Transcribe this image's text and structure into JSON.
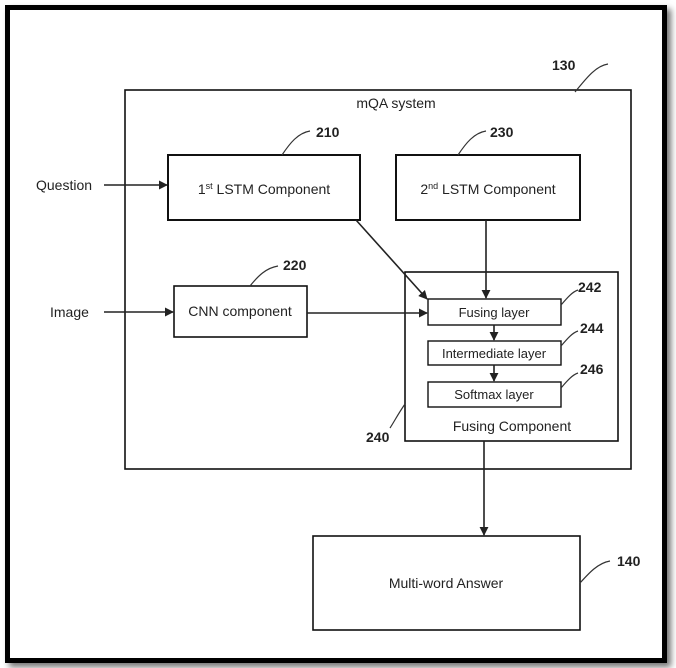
{
  "system": {
    "title": "mQA system",
    "ref": "130"
  },
  "inputs": {
    "question": "Question",
    "image": "Image"
  },
  "lstm1": {
    "label_prefix": "1",
    "label_sup": "st",
    "label_suffix": " LSTM Component",
    "ref": "210"
  },
  "lstm2": {
    "label_prefix": "2",
    "label_sup": "nd",
    "label_suffix": " LSTM Component",
    "ref": "230"
  },
  "cnn": {
    "label": "CNN component",
    "ref": "220"
  },
  "fusing_component": {
    "label": "Fusing Component",
    "ref": "240",
    "layers": [
      {
        "label": "Fusing layer",
        "ref": "242"
      },
      {
        "label": "Intermediate layer",
        "ref": "244"
      },
      {
        "label": "Softmax layer",
        "ref": "246"
      }
    ]
  },
  "answer": {
    "label": "Multi-word Answer",
    "ref": "140"
  }
}
